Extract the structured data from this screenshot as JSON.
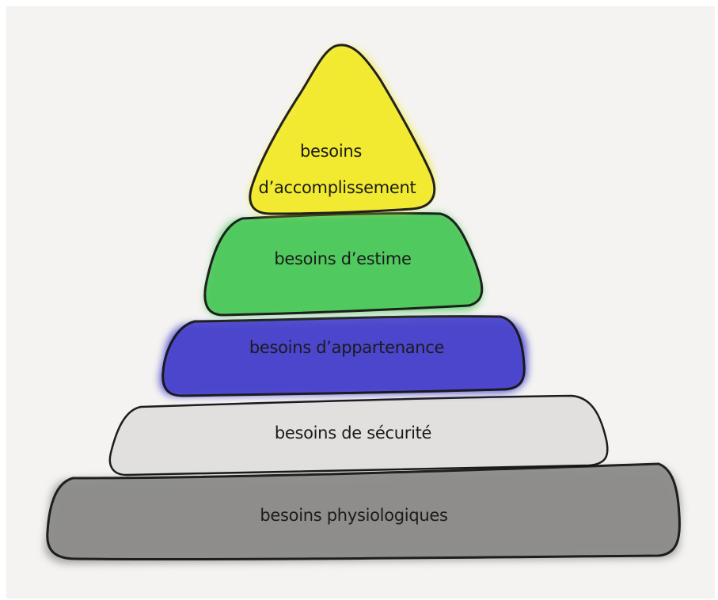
{
  "levels": [
    {
      "lines": [
        "besoins",
        "d’accomplissement"
      ],
      "fill": "#f2ea2e"
    },
    {
      "lines": [
        "besoins d’estime"
      ],
      "fill": "#4fc95d"
    },
    {
      "lines": [
        "besoins d’appartenance"
      ],
      "fill": "#4a45cc"
    },
    {
      "lines": [
        "besoins de sécurité"
      ],
      "fill": "#e0e0de"
    },
    {
      "lines": [
        "besoins physiologiques"
      ],
      "fill": "#8c8c8a"
    }
  ]
}
